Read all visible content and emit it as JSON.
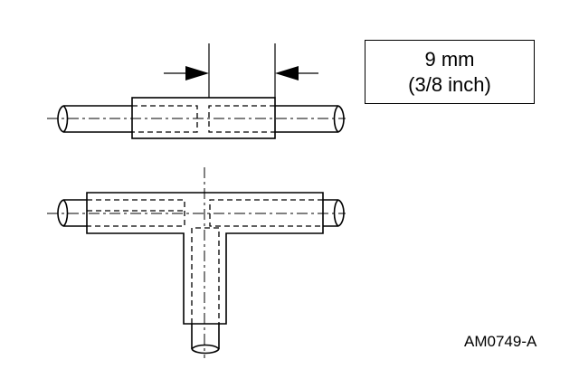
{
  "callout": {
    "measurement": "9 mm",
    "measurement_imperial": "(3/8 inch)"
  },
  "figure_id": "AM0749-A"
}
